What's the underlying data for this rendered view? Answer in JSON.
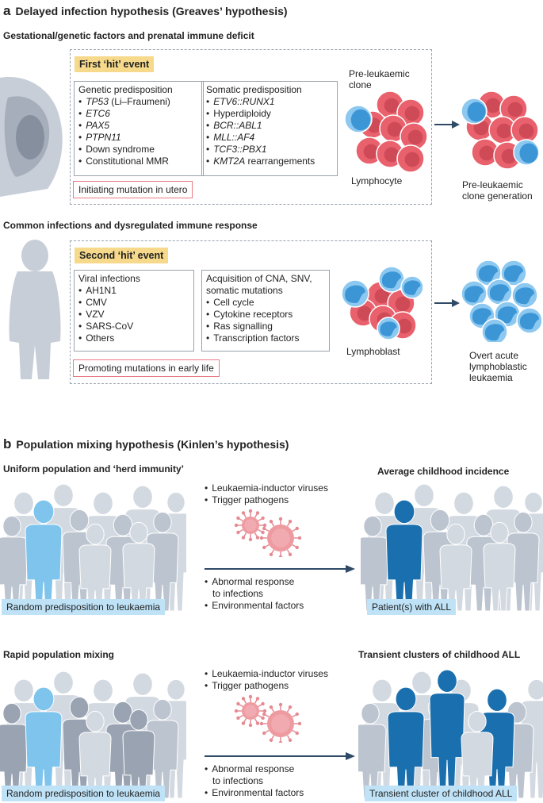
{
  "panel_a": {
    "letter": "a",
    "title": "Delayed infection hypothesis (Greaves’ hypothesis)",
    "first": {
      "header": "Gestational/genetic factors and prenatal immune deficit",
      "hit": "First ‘hit’ event",
      "genetic": {
        "title": "Genetic predisposition",
        "items": [
          {
            "em": "TP53",
            "rest": " (Li–Fraumeni)"
          },
          {
            "em": "ETC6",
            "rest": ""
          },
          {
            "em": "PAX5",
            "rest": ""
          },
          {
            "em": "PTPN11",
            "rest": ""
          },
          {
            "em": "",
            "rest": "Down syndrome"
          },
          {
            "em": "",
            "rest": "Constitutional MMR"
          }
        ]
      },
      "somatic": {
        "title": "Somatic predisposition",
        "items": [
          {
            "em": "ETV6::RUNX1",
            "rest": ""
          },
          {
            "em": "",
            "rest": "Hyperdiploidy"
          },
          {
            "em": "BCR::ABL1",
            "rest": ""
          },
          {
            "em": "MLL::AF4",
            "rest": ""
          },
          {
            "em": "TCF3::PBX1",
            "rest": ""
          },
          {
            "em": "KMT2A",
            "rest": " rearrangements"
          }
        ]
      },
      "mutation": "Initiating mutation in utero",
      "clone_label_1": "Pre-leukaemic",
      "clone_label_2": "clone",
      "lymphocyte_label": "Lymphocyte",
      "result_1": "Pre-leukaemic",
      "result_2": "clone generation"
    },
    "second": {
      "header": "Common infections and dysregulated immune response",
      "hit": "Second ‘hit’ event",
      "viral": {
        "title": "Viral infections",
        "items": [
          "AH1N1",
          "CMV",
          "VZV",
          "SARS-CoV",
          "Others"
        ]
      },
      "acquisition": {
        "title_1": "Acquisition of CNA, SNV,",
        "title_2": "somatic mutations",
        "items": [
          "Cell cycle",
          "Cytokine receptors",
          "Ras signalling",
          "Transcription factors"
        ]
      },
      "mutation": "Promoting mutations in early life",
      "lymphoblast_label": "Lymphoblast",
      "result_1": "Overt acute",
      "result_2": "lymphoblastic",
      "result_3": "leukaemia"
    }
  },
  "panel_b": {
    "letter": "b",
    "title": "Population mixing hypothesis (Kinlen’s hypothesis)",
    "row1": {
      "left_title": "Uniform population and ‘herd immunity’",
      "right_title": "Average childhood incidence",
      "top_items": [
        "Leukaemia-inductor viruses",
        "Trigger pathogens"
      ],
      "bottom_items": [
        [
          "Abnormal response",
          "to infections"
        ],
        [
          "Environmental factors"
        ]
      ],
      "left_banner": "Random predisposition to leukaemia",
      "right_banner": "Patient(s) with ALL"
    },
    "row2": {
      "left_title": "Rapid population mixing",
      "right_title": "Transient clusters of childhood ALL",
      "top_items": [
        "Leukaemia-inductor viruses",
        "Trigger pathogens"
      ],
      "bottom_items": [
        [
          "Abnormal response",
          "to infections"
        ],
        [
          "Environmental factors"
        ]
      ],
      "left_banner": "Random predisposition to leukaemia",
      "right_banner": "Transient cluster of childhood ALL"
    }
  },
  "colors": {
    "pink_cell": "#e8616c",
    "blue_cell": "#3c96d6",
    "silhouette": "#c8cfd8",
    "highlight_light": "#7fc4ec",
    "highlight_dark": "#1a6fae",
    "arrow": "#2f4a66"
  }
}
